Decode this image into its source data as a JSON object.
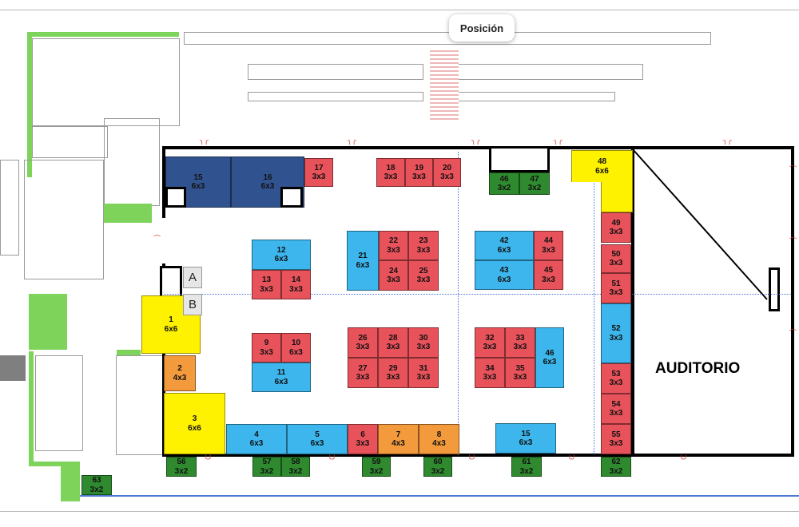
{
  "tooltip": {
    "label": "Posición"
  },
  "auditorium": {
    "label": "AUDITORIO"
  },
  "markers": {
    "a": "A",
    "b": "B"
  },
  "colors": {
    "red": "#e8525a",
    "blue": "#3cb6ec",
    "navy": "#30528e",
    "orange": "#f39a3c",
    "yellow": "#fff200",
    "green": "#2f8a2f"
  },
  "booths": [
    {
      "num": "1",
      "size": "6x6"
    },
    {
      "num": "2",
      "size": "4x3"
    },
    {
      "num": "3",
      "size": "6x6"
    },
    {
      "num": "4",
      "size": "6x3"
    },
    {
      "num": "5",
      "size": "6x3"
    },
    {
      "num": "6",
      "size": "3x3"
    },
    {
      "num": "7",
      "size": "4x3"
    },
    {
      "num": "8",
      "size": "4x3"
    },
    {
      "num": "9",
      "size": "3x3"
    },
    {
      "num": "10",
      "size": "6x3"
    },
    {
      "num": "11",
      "size": "6x3"
    },
    {
      "num": "12",
      "size": "6x3"
    },
    {
      "num": "13",
      "size": "3x3"
    },
    {
      "num": "14",
      "size": "3x3"
    },
    {
      "num": "15",
      "size": "6x3"
    },
    {
      "num": "16",
      "size": "6x3"
    },
    {
      "num": "17",
      "size": "3x3"
    },
    {
      "num": "18",
      "size": "3x3"
    },
    {
      "num": "19",
      "size": "3x3"
    },
    {
      "num": "20",
      "size": "3x3"
    },
    {
      "num": "21",
      "size": "6x3"
    },
    {
      "num": "22",
      "size": "3x3"
    },
    {
      "num": "23",
      "size": "3x3"
    },
    {
      "num": "24",
      "size": "3x3"
    },
    {
      "num": "25",
      "size": "3x3"
    },
    {
      "num": "26",
      "size": "3x3"
    },
    {
      "num": "27",
      "size": "3x3"
    },
    {
      "num": "28",
      "size": "3x3"
    },
    {
      "num": "29",
      "size": "3x3"
    },
    {
      "num": "30",
      "size": "3x3"
    },
    {
      "num": "31",
      "size": "3x3"
    },
    {
      "num": "32",
      "size": "3x3"
    },
    {
      "num": "33",
      "size": "3x3"
    },
    {
      "num": "34",
      "size": "3x3"
    },
    {
      "num": "35",
      "size": "3x3"
    },
    {
      "num": "42",
      "size": "6x3"
    },
    {
      "num": "43",
      "size": "6x3"
    },
    {
      "num": "44",
      "size": "3x3"
    },
    {
      "num": "45",
      "size": "3x3"
    },
    {
      "num": "46",
      "size": "6x3"
    },
    {
      "num": "15",
      "size": "6x3"
    },
    {
      "num": "48",
      "size": "6x6"
    },
    {
      "num": "49",
      "size": "3x3"
    },
    {
      "num": "50",
      "size": "3x3"
    },
    {
      "num": "51",
      "size": "3x3"
    },
    {
      "num": "52",
      "size": "3x3"
    },
    {
      "num": "53",
      "size": "3x3"
    },
    {
      "num": "54",
      "size": "3x3"
    },
    {
      "num": "55",
      "size": "3x3"
    },
    {
      "num": "46",
      "size": "3x2"
    },
    {
      "num": "47",
      "size": "3x2"
    },
    {
      "num": "56",
      "size": "3x2"
    },
    {
      "num": "57",
      "size": "3x2"
    },
    {
      "num": "58",
      "size": "3x2"
    },
    {
      "num": "59",
      "size": "3x2"
    },
    {
      "num": "60",
      "size": "3x2"
    },
    {
      "num": "61",
      "size": "3x2"
    },
    {
      "num": "62",
      "size": "3x2"
    },
    {
      "num": "63",
      "size": "3x2"
    }
  ]
}
